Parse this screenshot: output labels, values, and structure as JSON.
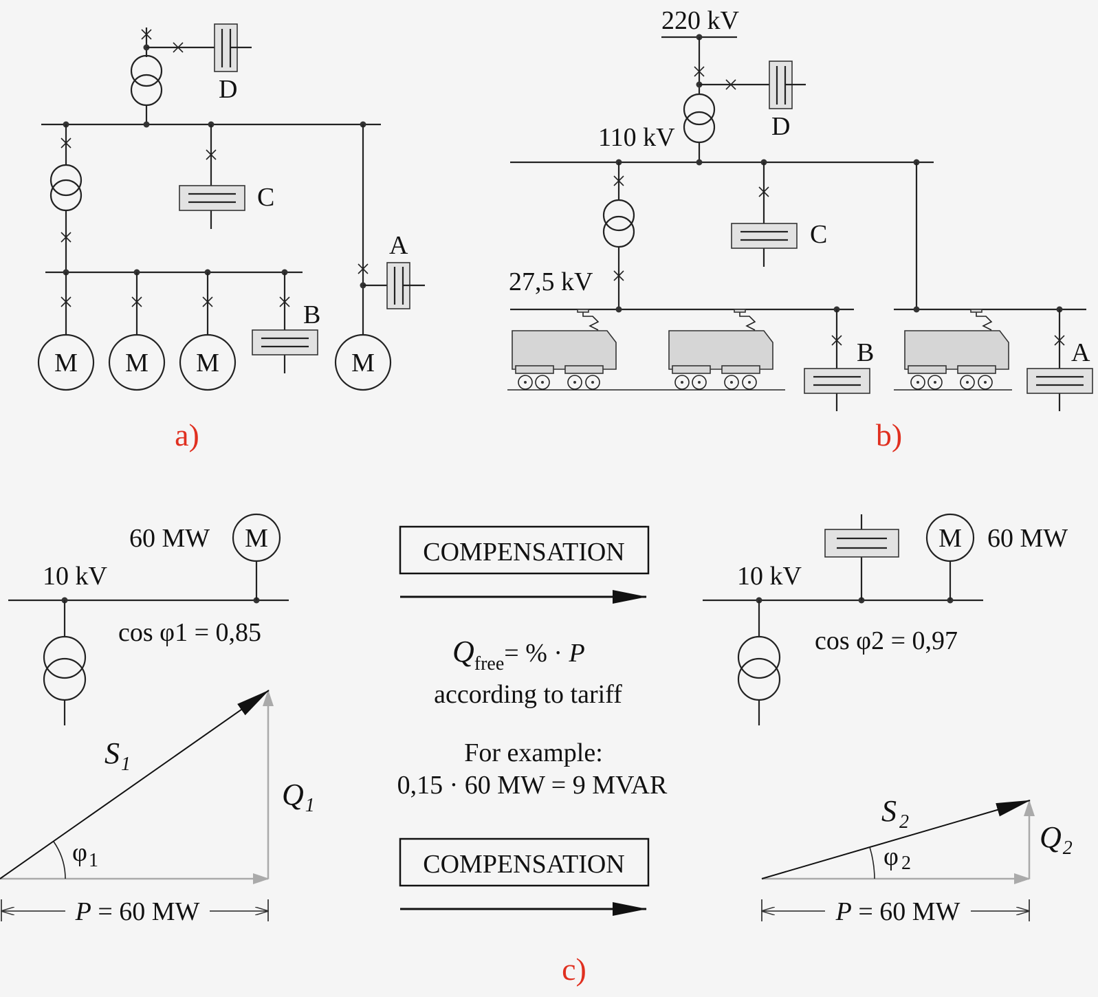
{
  "panel_a": {
    "caption": "a)",
    "labels": {
      "A": "A",
      "B": "B",
      "C": "C",
      "D": "D"
    },
    "motor_label": "M"
  },
  "panel_b": {
    "caption": "b)",
    "voltages": {
      "v220": "220 kV",
      "v110": "110 kV",
      "v27": "27,5 kV"
    },
    "labels": {
      "A": "A",
      "B": "B",
      "C": "C",
      "D": "D"
    }
  },
  "panel_c": {
    "caption": "c)",
    "left": {
      "power": "60 MW",
      "motor_label": "M",
      "voltage": "10 kV",
      "cos": "cos φ1 = 0,85",
      "s_main": "S",
      "s_sub": "1",
      "q_main": "Q",
      "q_sub": "1",
      "phi_main": "φ",
      "phi_sub": "1",
      "p_var": "P",
      "p_value": " = 60 MW"
    },
    "center": {
      "compensation_top": "COMPENSATION",
      "compensation_bottom": "COMPENSATION",
      "q_main": "Q",
      "q_sub": "free",
      "q_rest": "= % · ",
      "q_p": "P",
      "tariff": "according to tariff",
      "example_title": "For example:",
      "example_calc": "0,15 · 60 MW = 9 MVAR"
    },
    "right": {
      "power": "60 MW",
      "motor_label": "M",
      "voltage": "10 kV",
      "cos": "cos φ2 = 0,97",
      "s_main": "S",
      "s_sub": "2",
      "q_main": "Q",
      "q_sub": "2",
      "phi_main": "φ",
      "phi_sub": "2",
      "p_var": "P",
      "p_value": " = 60 MW"
    }
  }
}
